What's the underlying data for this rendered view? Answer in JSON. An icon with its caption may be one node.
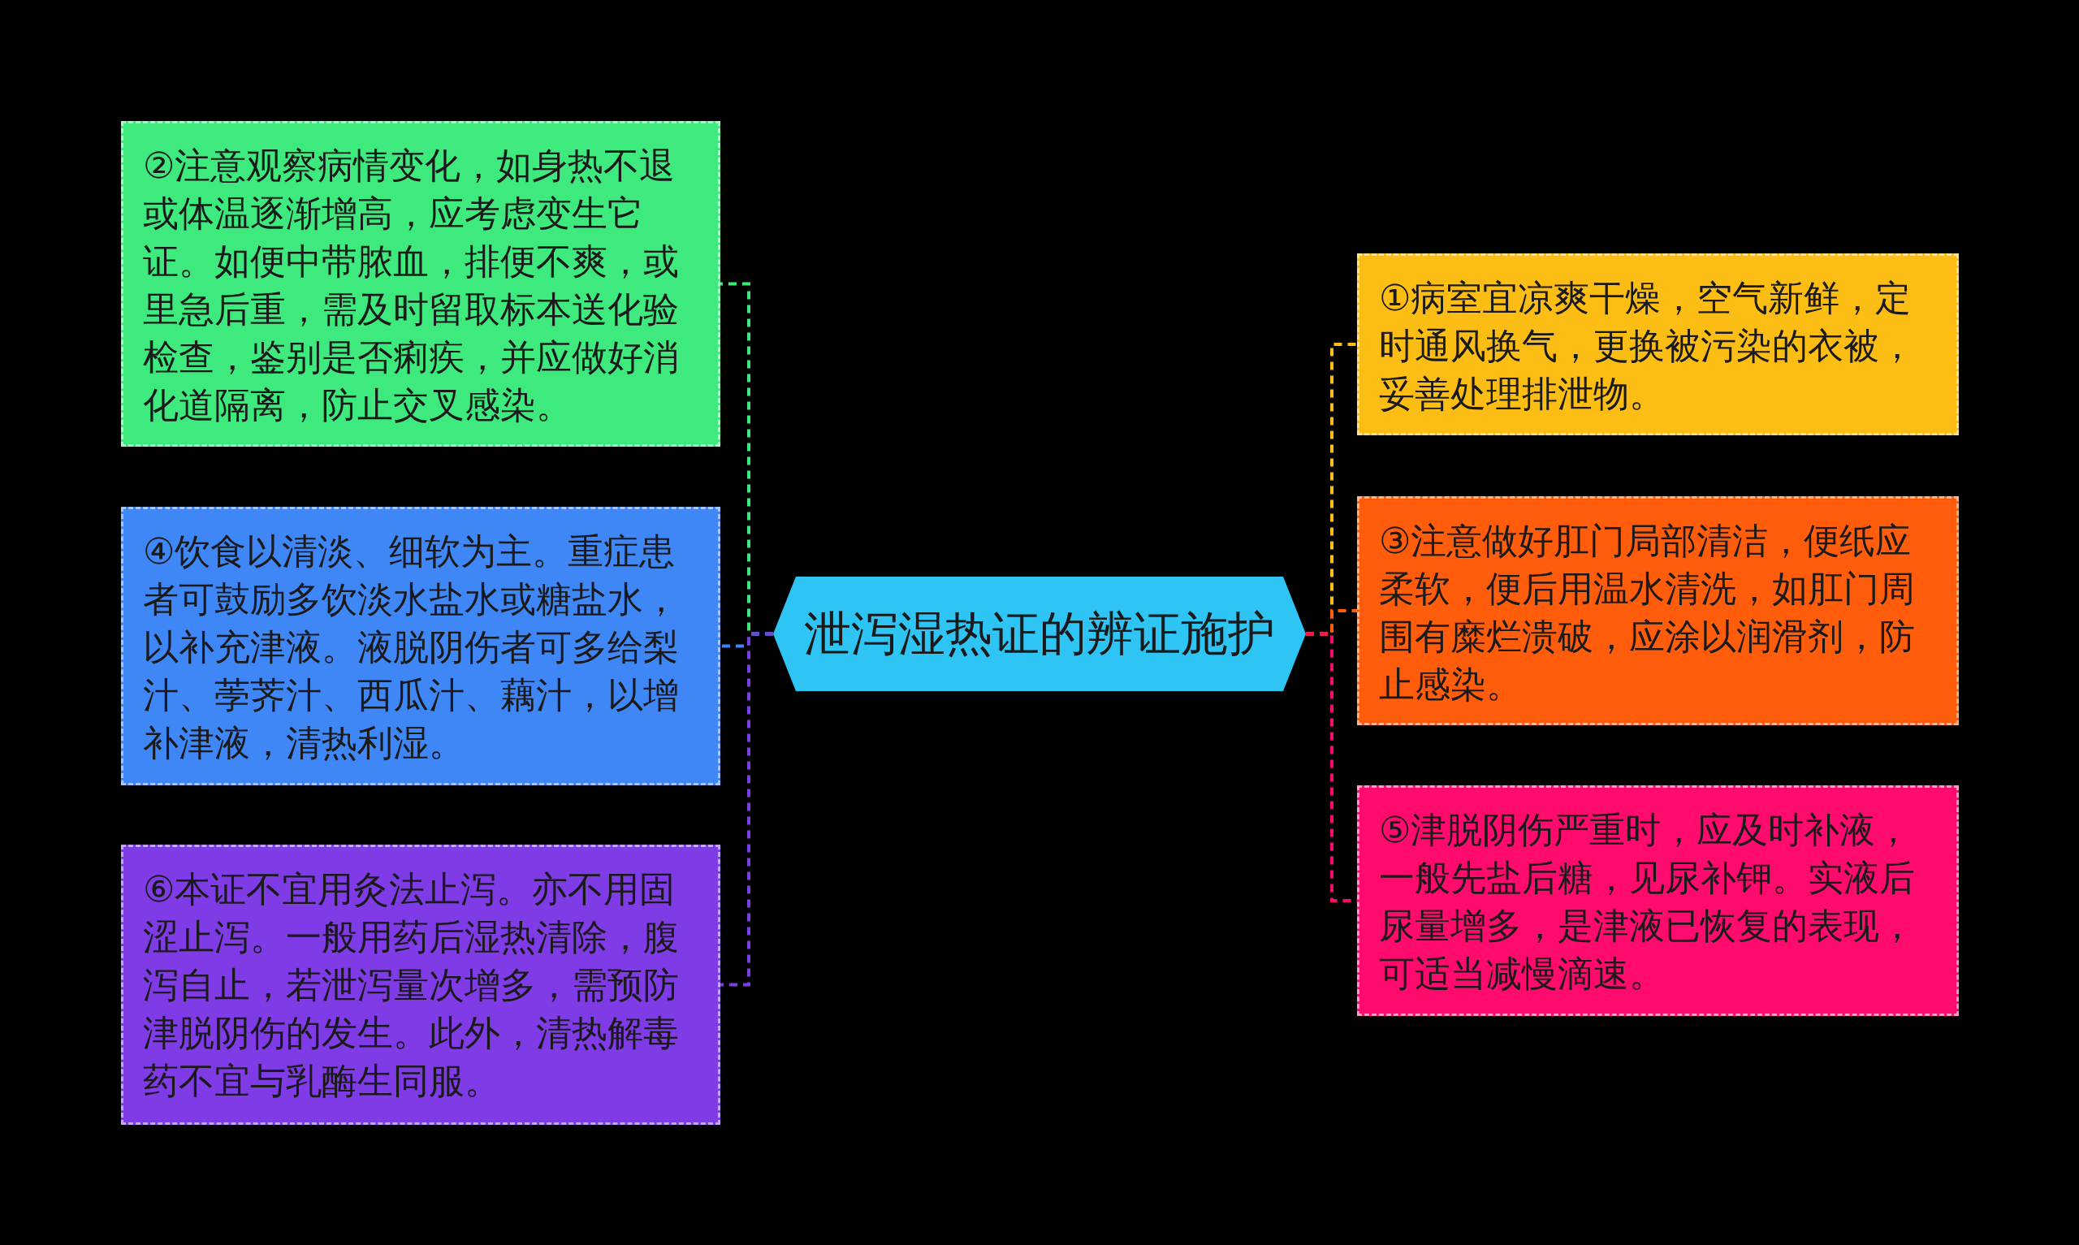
{
  "diagram": {
    "nodes": [
      {
        "text": [
          "泄泻湿热证的辨证施护"
        ]
      },
      {
        "text": [
          "②注意观察病情变化，如身热不退或体温逐渐增高，应考虑变生它证。如便中带脓血，排便不爽，或里急后重，需及时留取标本送化验检查，鉴别是否痢疾，并应做好消化道隔离，防止交叉感染。"
        ]
      },
      {
        "text": [
          "④饮食以清淡、细软为主。重症患者可鼓励多饮淡水盐水或糖盐水，以补充津液。液脱阴伤者可多给梨汁、荸荠汁、西瓜汁、藕汁，以增补津液，清热利湿。"
        ]
      },
      {
        "text": [
          "⑥本证不宜用灸法止泻。亦不用固涩止泻。一般用药后湿热清除，腹泻自止，若泄泻量次增多，需预防津脱阴伤的发生。此外，清热解毒药不宜与乳酶生同服。"
        ]
      },
      {
        "text": [
          "①病室宜凉爽干燥，空气新鲜，定时通风换气，更换被污染的衣被，妥善处理排泄物。"
        ]
      },
      {
        "text": [
          "③注意做好肛门局部清洁，便纸应柔软，便后用温水清洗，如肛门周围有糜烂溃破，应涂以润滑剂，防止感染。"
        ]
      },
      {
        "text": [
          "⑤津脱阴伤严重时，应及时补液，一般先盐后糖，见尿补钾。实液后尿量增多，是津液已恢复的表现，可适当减慢滴速。"
        ]
      }
    ],
    "edges": [
      {
        "from": 0,
        "to": 1,
        "arrow": "none",
        "style": "dashed",
        "color": "#3ee67c"
      },
      {
        "from": 0,
        "to": 2,
        "arrow": "none",
        "style": "dashed",
        "color": "#3f84f6"
      },
      {
        "from": 0,
        "to": 3,
        "arrow": "none",
        "style": "dashed",
        "color": "#7e3ce4"
      },
      {
        "from": 0,
        "to": 4,
        "arrow": "none",
        "style": "dashed",
        "color": "#fbbd14"
      },
      {
        "from": 0,
        "to": 5,
        "arrow": "none",
        "style": "dashed",
        "color": "#fe5e0b"
      },
      {
        "from": 0,
        "to": 6,
        "arrow": "none",
        "style": "dashed",
        "color": "#fe0a6c"
      }
    ]
  }
}
